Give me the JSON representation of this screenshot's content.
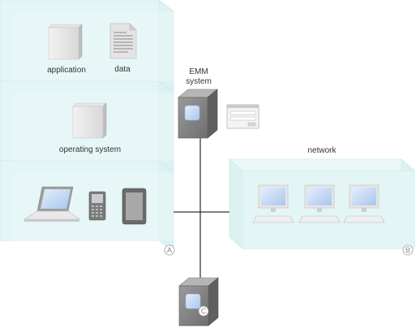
{
  "labels": {
    "application": "application",
    "data": "data",
    "operating_system": "operating system",
    "emm_line1": "EMM",
    "emm_line2": "system",
    "network": "network"
  },
  "badges": {
    "a": "A",
    "b": "B",
    "c": "C"
  },
  "colors": {
    "box_fill": "#e3f5f5",
    "box_edge": "#d0ecec",
    "screen": "#c7dcf5",
    "line": "#000000"
  },
  "icons": [
    "cube-icon",
    "document-icon",
    "laptop-icon",
    "phone-icon",
    "tablet-icon",
    "server-icon",
    "window-icon",
    "desktop-computer-icon"
  ]
}
